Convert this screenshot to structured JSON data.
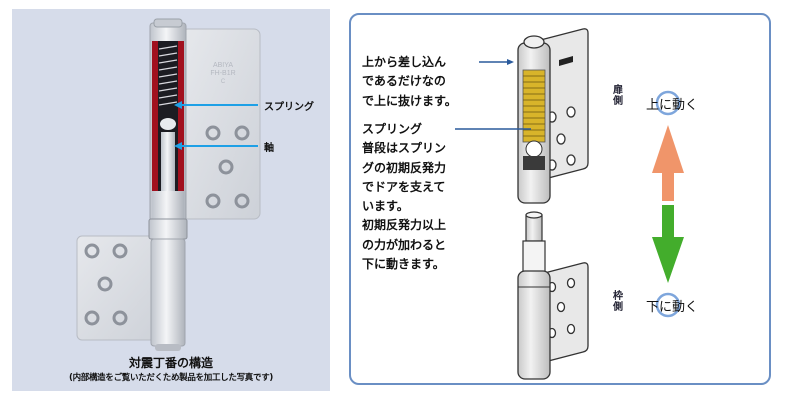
{
  "left_photo": {
    "callouts": {
      "spring": "スプリング",
      "shaft": "軸"
    },
    "plate_marking": [
      "ABIYA",
      "FH-B1R",
      "C"
    ],
    "caption_title": "対震丁番の構造",
    "caption_subtitle": "(内部構造をご覧いただくため製品を加工した写真です)"
  },
  "right_diagram": {
    "note_top": [
      "上から差し込ん",
      "であるだけなの",
      "で上に抜けます。"
    ],
    "note_spring": [
      "スプリング",
      "普段はスプリン",
      "グの初期反発力",
      "でドアを支えて",
      "います。",
      "初期反発力以上",
      "の力が加わると",
      "下に動きます。"
    ],
    "door_side_label": "扉側",
    "frame_side_label": "枠側",
    "move_up_label": "上に動く",
    "move_down_label": "下に動く"
  },
  "colors": {
    "panel_bg": "#d6dcea",
    "frame_border": "#6a8fc4",
    "callout_blue": "#1ea0e6",
    "leader_blue": "#2a5a9c",
    "arrow_up": "#f0956a",
    "arrow_down": "#43ad2c",
    "spring_yellow": "#d8b42a",
    "cutaway_red": "#a1101e",
    "circle_blue": "#7ea6dc"
  }
}
